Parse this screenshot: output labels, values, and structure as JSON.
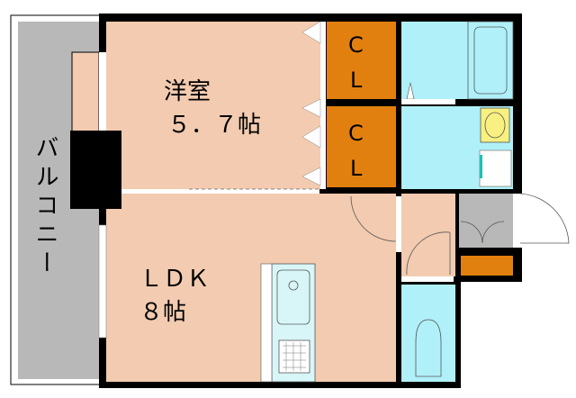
{
  "plan": {
    "western_room": {
      "name": "洋室",
      "size": "５．７帖"
    },
    "closet_top": {
      "line1": "C",
      "line2": "L"
    },
    "closet_bottom": {
      "line1": "C",
      "line2": "L"
    },
    "ldk": {
      "name": "ＬＤＫ",
      "size": "８帖"
    },
    "balcony": {
      "name": "バルコニー"
    }
  },
  "colors": {
    "room_floor": "#f2cbb0",
    "closet": "#e2800f",
    "wet_area": "#b0f0f8",
    "balcony": "#b8b8b8",
    "wall": "#000000",
    "washbasin": "#f8f080"
  }
}
